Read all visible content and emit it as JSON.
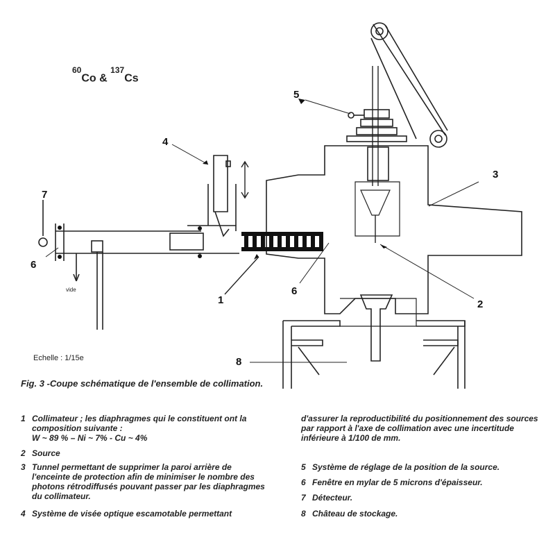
{
  "isotopes": {
    "a_mass": "60",
    "a_sym": "Co",
    "amp": "&",
    "b_mass": "137",
    "b_sym": "Cs"
  },
  "labels": {
    "n1": "1",
    "n2": "2",
    "n3": "3",
    "n4": "4",
    "n5": "5",
    "n6a": "6",
    "n6b": "6",
    "n7": "7",
    "n8": "8"
  },
  "vide": "vide",
  "scale": "Echelle : 1/15e",
  "caption": "Fig. 3 -Coupe schématique de l'ensemble de collimation.",
  "legend_left": [
    {
      "num": "1",
      "text": "Collimateur ; les diaphragmes qui le constituent  ont la composition suivante :",
      "extra": "W ~ 89 % – Ni ~ 7% - Cu ~ 4%"
    },
    {
      "num": "2",
      "text": "Source"
    },
    {
      "num": "3",
      "text": "Tunnel permettant de supprimer la paroi arrière de l'enceinte de protection afin de minimiser le nombre des photons rétrodiffusés pouvant passer par les diaphragmes du collimateur."
    },
    {
      "num": "4",
      "text": "Système de visée optique escamotable permettant"
    }
  ],
  "legend_cont": "d'assurer la reproductibilité du positionnement des sources par rapport à l'axe de collimation avec une incertitude inférieure à 1/100 de mm.",
  "legend_right": [
    {
      "num": "5",
      "text": "Système de réglage de la position de la source."
    },
    {
      "num": "6",
      "text": "Fenêtre en mylar de 5 microns d'épaisseur."
    },
    {
      "num": "7",
      "text": "Détecteur."
    },
    {
      "num": "8",
      "text": "Château de stockage."
    }
  ]
}
